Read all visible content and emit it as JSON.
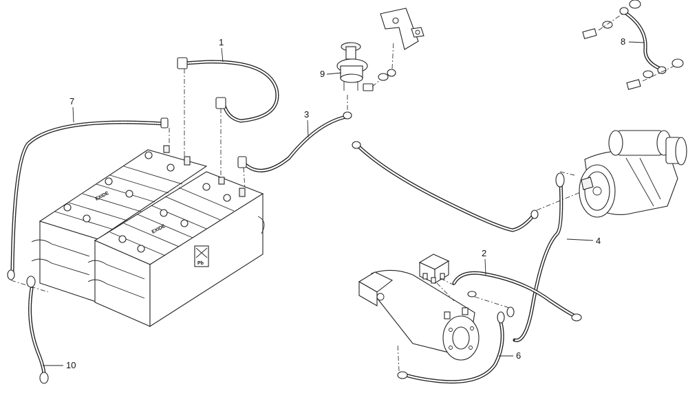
{
  "callouts": {
    "c1": "1",
    "c2": "2",
    "c3": "3",
    "c4": "4",
    "c6": "6",
    "c7": "7",
    "c8": "8",
    "c9": "9",
    "c10": "10"
  },
  "battery": {
    "brand_left": "EXIDE",
    "brand_right": "EXIDE",
    "recycle_label": "Pb"
  }
}
